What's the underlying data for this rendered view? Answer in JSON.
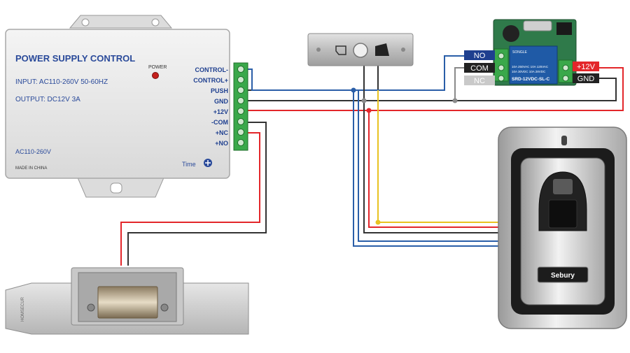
{
  "psu": {
    "title": "POWER SUPPLY CONTROL",
    "input": "INPUT: AC110-260V 50-60HZ",
    "output": "OUTPUT:  DC12V  3A",
    "power_label": "POWER",
    "ac_label": "AC110-260V",
    "made_in": "MADE IN CHINA",
    "time_label": "Time",
    "terminals": [
      "CONTROL-",
      "CONTROL+",
      "PUSH",
      "GND",
      "+12V",
      "-COM",
      "+NC",
      "+NO"
    ]
  },
  "relay": {
    "brand": "SONGLE",
    "specs_1": "10A 250VAC  10A 125VAC",
    "specs_2": "10A  30VDC  10A  28VDC",
    "model": "SRD-12VDC-SL-C",
    "tags": {
      "no": "NO",
      "com": "COM",
      "nc": "NC",
      "v12": "+12V",
      "gnd": "GND"
    }
  },
  "reader": {
    "brand": "Sebury"
  },
  "lock": {
    "brand": "HOMSECUR"
  },
  "colors": {
    "wire_red": "#e3262a",
    "wire_black": "#333333",
    "wire_blue": "#2a5ea8",
    "wire_yellow": "#e8c321",
    "wire_gray": "#8a8a8a",
    "terminal_green": "#3aa84a",
    "tag_blue": "#1e3f8f",
    "tag_red": "#e3262a"
  }
}
